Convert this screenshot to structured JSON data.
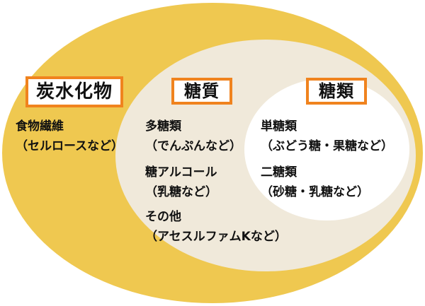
{
  "diagram": {
    "type": "nested-set-diagram",
    "colors": {
      "background": "#FFFFFF",
      "outer": "#EFC850",
      "middle": "#F0E9DA",
      "inner": "#FFFFFF",
      "border": "#F0831E",
      "text": "#111111"
    },
    "sets": [
      {
        "label": "炭水化物",
        "items": [
          {
            "name": "食物繊維",
            "example": "（セルロースなど）"
          }
        ]
      },
      {
        "label": "糖質",
        "items": [
          {
            "name": "多糖類",
            "example": "（でんぷんなど）"
          },
          {
            "name": "糖アルコール",
            "example": "（乳糖など）"
          },
          {
            "name": "その他",
            "example": "（アセスルファムKなど）"
          }
        ]
      },
      {
        "label": "糖類",
        "items": [
          {
            "name": "単糖類",
            "example": "（ぶどう糖・果糖など）"
          },
          {
            "name": "二糖類",
            "example": "（砂糖・乳糖など）"
          }
        ]
      }
    ]
  }
}
